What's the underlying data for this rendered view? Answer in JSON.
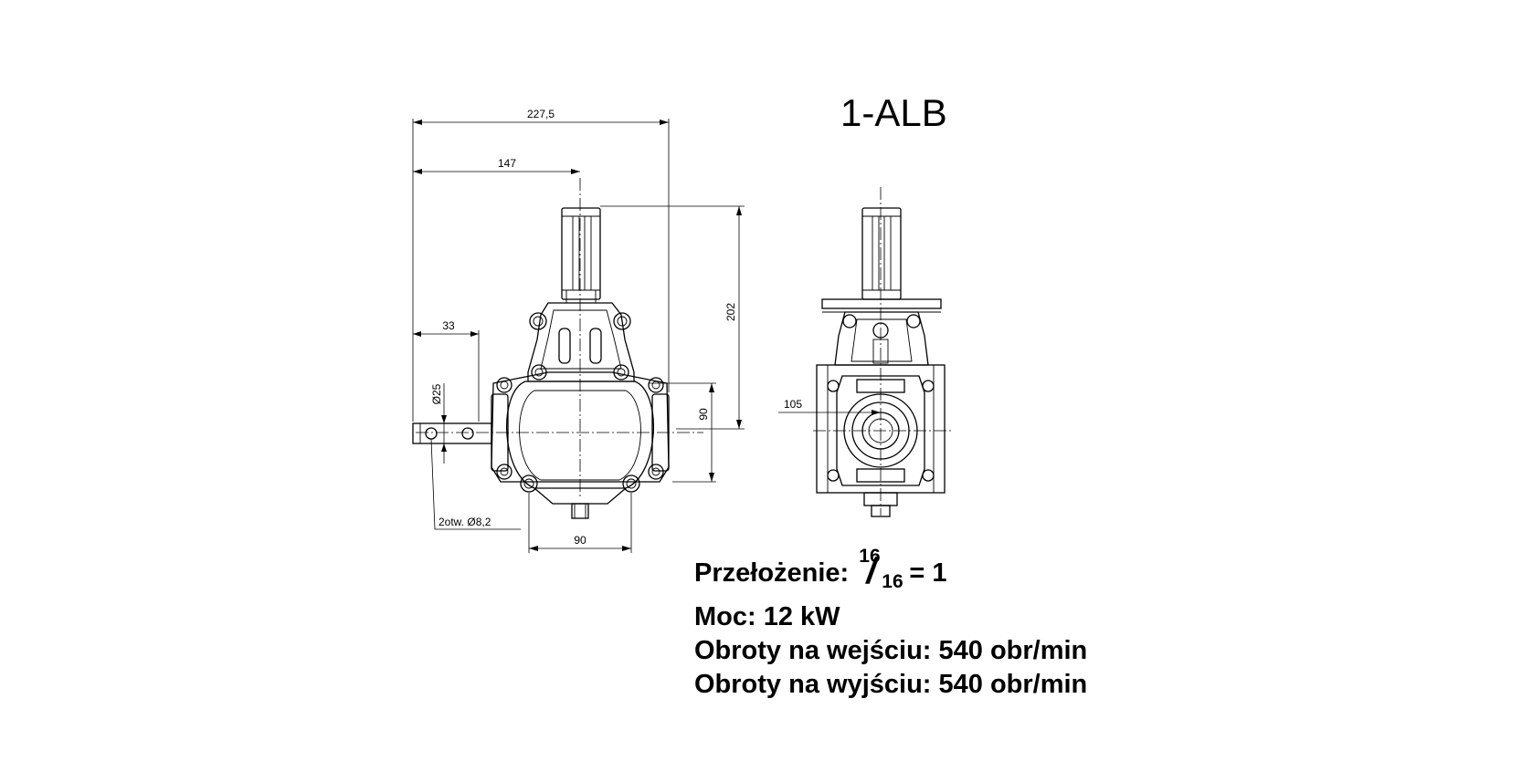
{
  "title": "1-ALB",
  "dimensions": {
    "overall_width": "227,5",
    "shaft_offset": "147",
    "flange_offset": "33",
    "shaft_diameter": "Ø25",
    "height": "202",
    "base_height": "90",
    "bottom_width": "90",
    "side_depth": "105",
    "holes": "2otw. Ø8,2"
  },
  "specs": {
    "ratio_label": "Przełożenie:",
    "ratio_num": "16",
    "ratio_den": "16",
    "ratio_result": "= 1",
    "power": "Moc: 12 kW",
    "input_speed": "Obroty na wejściu: 540 obr/min",
    "output_speed": "Obroty na wyjściu: 540 obr/min"
  }
}
